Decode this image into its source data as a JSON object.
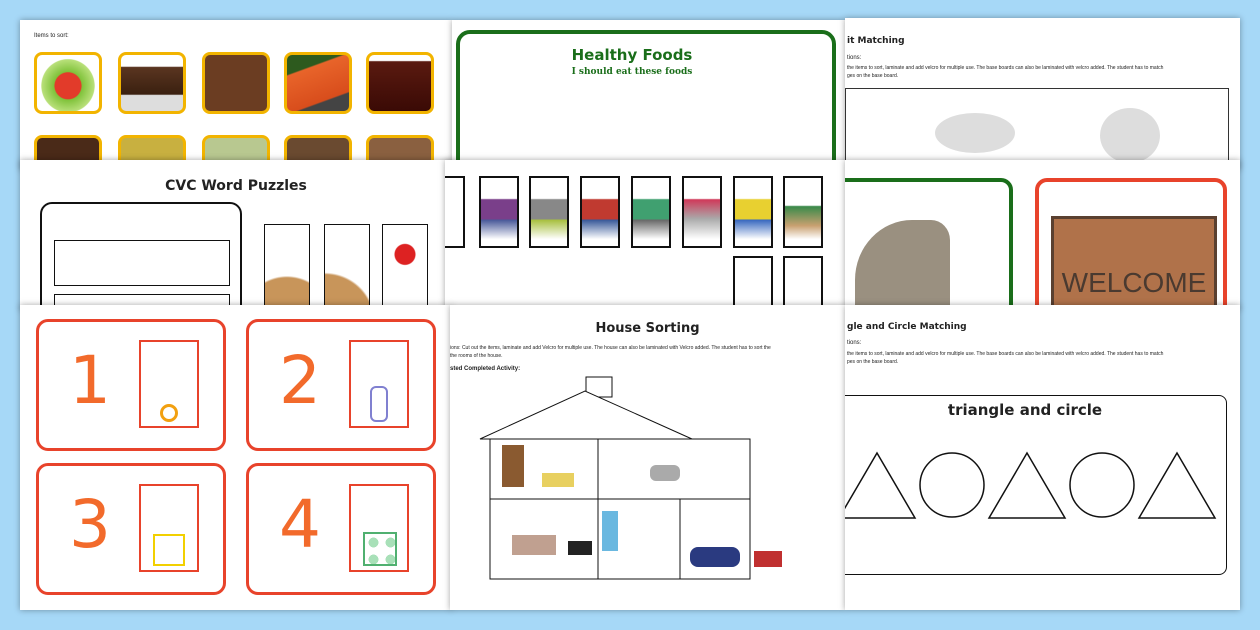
{
  "items_sort": {
    "label": "Items to sort:"
  },
  "healthy": {
    "title": "Healthy Foods",
    "subtitle": "I should eat these foods",
    "color": "#1a6e1a"
  },
  "fruit": {
    "title": "it Matching",
    "instr1": "tions:",
    "instr2": "the items to sort, laminate and add velcro for multiple use. The base boards can also be laminated with velcro added. The student has to match",
    "instr3": "ges on the base board."
  },
  "cvc": {
    "title": "CVC Word Puzzles"
  },
  "welcome": {
    "sign": "WELCOME"
  },
  "numbers": {
    "items": [
      "1",
      "2",
      "3",
      "4"
    ],
    "accent": "#e8432b"
  },
  "house": {
    "title": "House Sorting",
    "instr1": "ions: Cut out the items, laminate and add Velcro for multiple use. The house can also be laminated with Velcro added. The student has to sort the",
    "instr2": "the rooms of the house.",
    "completed": "sted Completed Activity:"
  },
  "shapes": {
    "title": "gle and Circle Matching",
    "instr1": "tions:",
    "instr2": "the items to sort, laminate and add velcro for multiple use. The base boards can also be laminated with velcro added. The student has to match",
    "instr3": "pes on the base board.",
    "board_title": "triangle and circle",
    "sequence": [
      "triangle",
      "circle",
      "triangle",
      "circle",
      "triangle"
    ]
  }
}
